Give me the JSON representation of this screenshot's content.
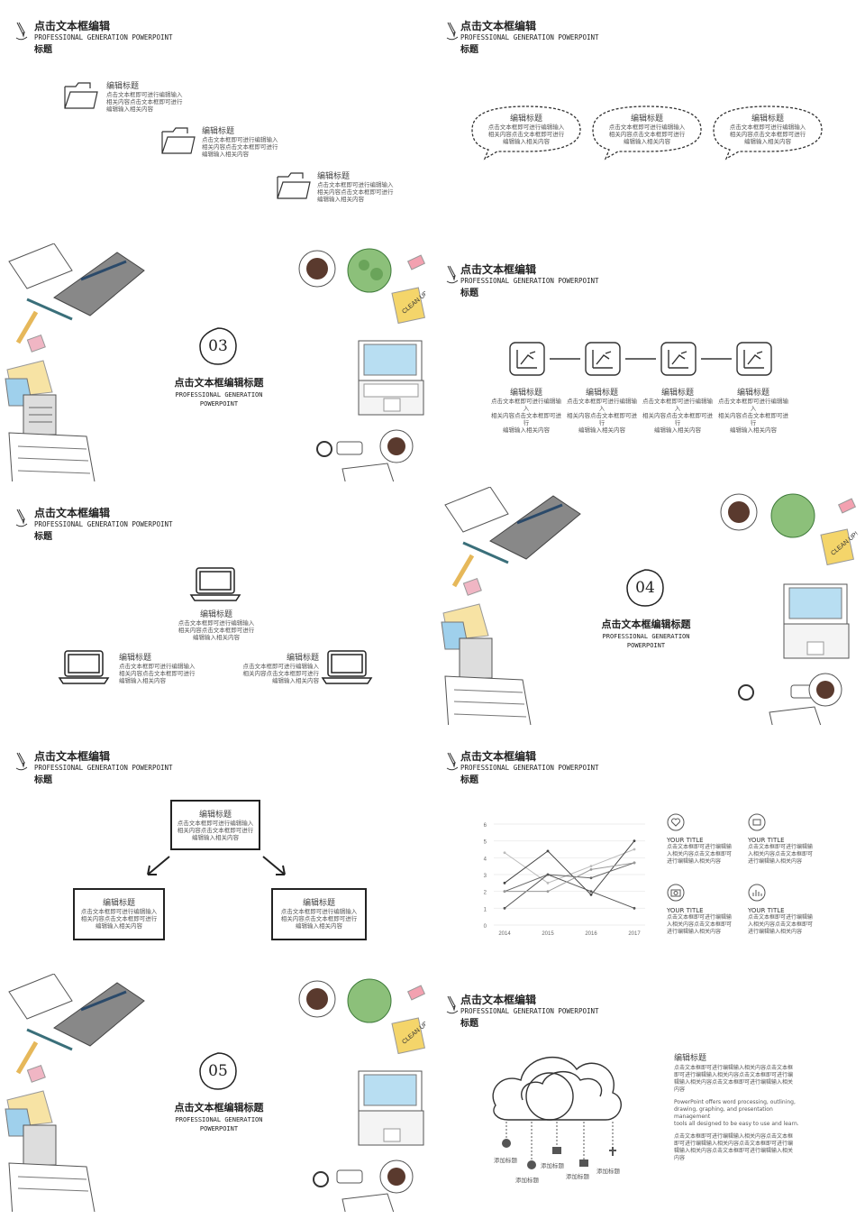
{
  "header": {
    "title": "点击文本框编辑",
    "subtitle": "PROFESSIONAL GENERATION  POWERPOINT",
    "title2": "标题"
  },
  "item": {
    "title": "编辑标题",
    "desc_a1": "点击文本框即可进行编辑输入",
    "desc_a2": "相关内容点击文本框即可进行",
    "desc_a3": "编辑输入相关内容"
  },
  "section": {
    "title": "点击文本框编辑标题",
    "sub1": "PROFESSIONAL GENERATION",
    "sub2": "POWERPOINT",
    "num3": "03",
    "num4": "04",
    "num5": "05"
  },
  "chart_data": {
    "type": "line",
    "categories": [
      "2014",
      "2015",
      "2016",
      "2017"
    ],
    "ylim": [
      0,
      6
    ],
    "yticks": [
      "0",
      "1",
      "2",
      "3",
      "4",
      "5",
      "6"
    ],
    "series": [
      {
        "values": [
          4.3,
          2.5,
          3.5,
          4.5
        ]
      },
      {
        "values": [
          2.5,
          4.4,
          1.8,
          5.0
        ]
      },
      {
        "values": [
          2.0,
          3.0,
          2.8,
          3.7
        ]
      },
      {
        "values": [
          1.0,
          3.0,
          2.0,
          1.0
        ]
      },
      {
        "values": [
          2.0,
          2.0,
          3.3,
          3.7
        ]
      }
    ]
  },
  "icons_block": {
    "title": "YOUR TITLE",
    "d1": "点击文本框即可进行编辑输",
    "d2": "入相关内容点击文本框即可",
    "d3": "进行编辑输入相关内容"
  },
  "cloud": {
    "add_label": "添加标题",
    "right_title": "编辑标题",
    "p1a": "点击文本框即可进行编辑输入相关内容点击文本框",
    "p1b": "即可进行编辑输入相关内容点击文本框即可进行编",
    "p1c": "辑输入相关内容点击文本框即可进行编辑输入相关",
    "p1d": "内容",
    "p2a": "PowerPoint offers word processing, outlining,",
    "p2b": "drawing, graphing, and presentation management",
    "p2c": "tools all designed to be easy to use and learn.",
    "p3a": "点击文本框即可进行编辑输入相关内容点击文本框",
    "p3b": "即可进行编辑输入相关内容点击文本框即可进行编",
    "p3c": "辑输入相关内容点击文本框即可进行编辑输入相关",
    "p3d": "内容"
  },
  "desk": {
    "note": "CLEAN UP!"
  }
}
